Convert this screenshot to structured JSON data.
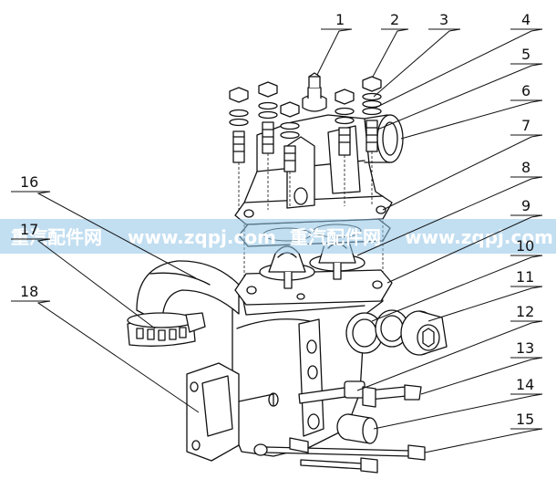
{
  "watermark": {
    "brand": "重汽配件网",
    "url": "www.zqpj.com"
  },
  "callouts": [
    "1",
    "2",
    "3",
    "4",
    "5",
    "6",
    "7",
    "8",
    "9",
    "10",
    "11",
    "12",
    "13",
    "14",
    "15",
    "16",
    "17",
    "18"
  ]
}
